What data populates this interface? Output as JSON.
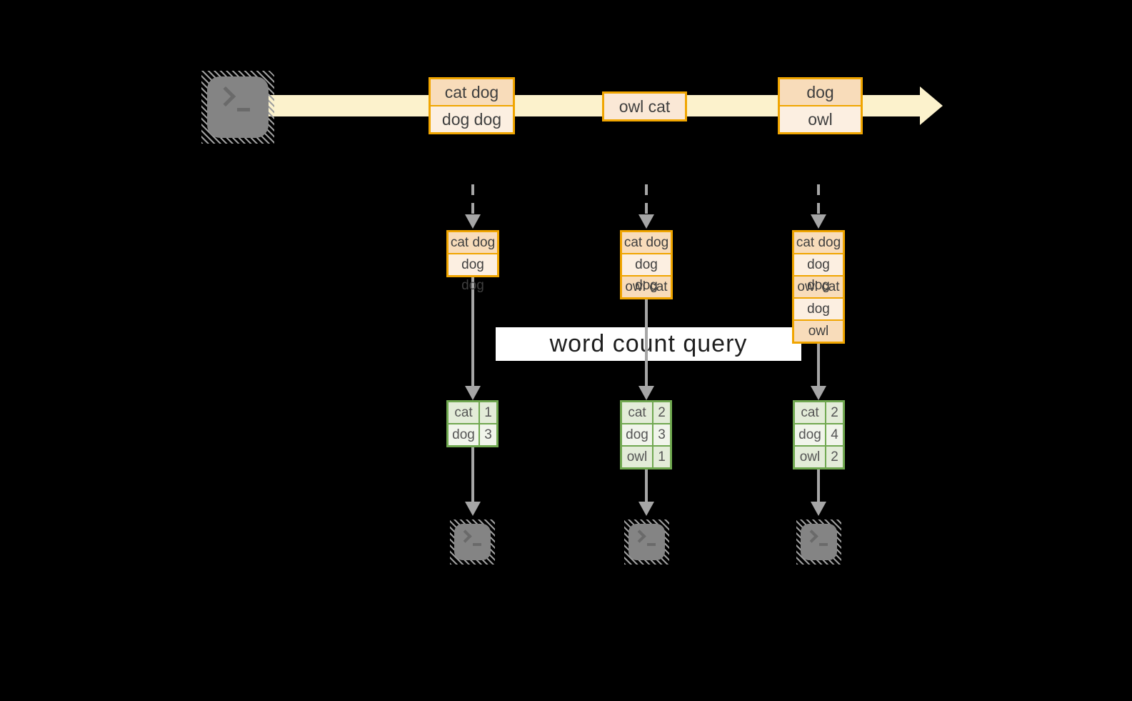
{
  "diagram": {
    "query_label": "word count query",
    "stream": {
      "source_icon": "terminal-icon",
      "batches": [
        {
          "lines": [
            "cat dog",
            "dog dog"
          ]
        },
        {
          "lines": [
            "owl cat"
          ]
        },
        {
          "lines": [
            "dog",
            "owl"
          ]
        }
      ]
    },
    "columns": [
      {
        "input_rows": [
          "cat dog",
          "dog dog"
        ],
        "result_rows": [
          {
            "word": "cat",
            "count": "1"
          },
          {
            "word": "dog",
            "count": "3"
          }
        ],
        "sink_icon": "terminal-icon"
      },
      {
        "input_rows": [
          "cat dog",
          "dog dog",
          "owl cat"
        ],
        "result_rows": [
          {
            "word": "cat",
            "count": "2"
          },
          {
            "word": "dog",
            "count": "3"
          },
          {
            "word": "owl",
            "count": "1"
          }
        ],
        "sink_icon": "terminal-icon"
      },
      {
        "input_rows": [
          "cat dog",
          "dog dog",
          "owl cat",
          "dog",
          "owl"
        ],
        "result_rows": [
          {
            "word": "cat",
            "count": "2"
          },
          {
            "word": "dog",
            "count": "4"
          },
          {
            "word": "owl",
            "count": "2"
          }
        ],
        "sink_icon": "terminal-icon"
      }
    ],
    "colors": {
      "background": "#000000",
      "stream_fill": "#FCF2CC",
      "box_border": "#F0A500",
      "box_fill_dark": "#F8DCBA",
      "box_fill_light": "#FCEFE1",
      "table_border": "#70A850",
      "table_fill_dark": "#E3ECD8",
      "table_fill_light": "#F1F5EB",
      "arrow_gray": "#A6A6A6",
      "query_band": "#FFFFFF"
    }
  }
}
